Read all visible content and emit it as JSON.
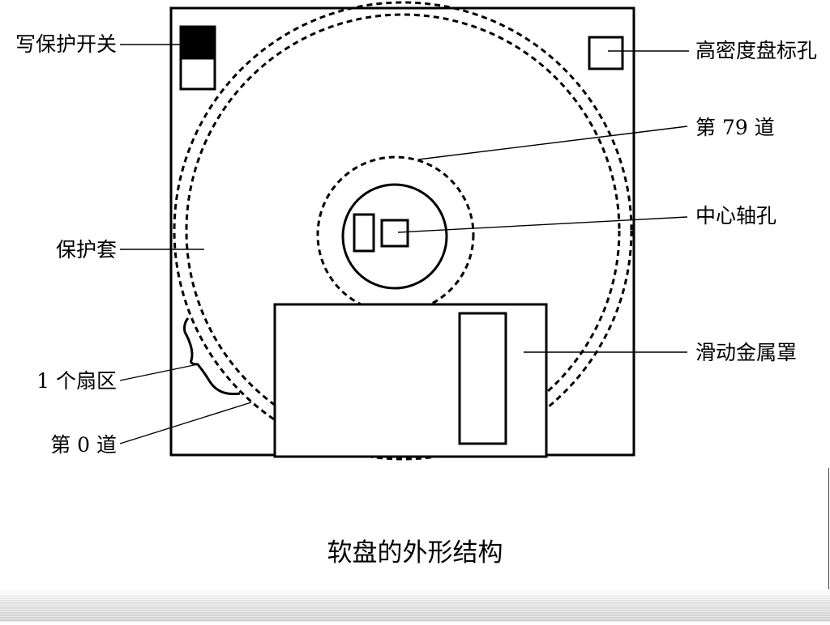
{
  "diagram": {
    "caption": "软盘的外形结构",
    "labels": {
      "write_protect": "写保护开关",
      "high_density_hole": "高密度盘标孔",
      "track_79": "第 79 道",
      "center_hole": "中心轴孔",
      "jacket": "保护套",
      "metal_shutter": "滑动金属罩",
      "sector": "1 个扇区",
      "track_0": "第 0 道"
    },
    "colors": {
      "stroke": "#000000",
      "fill": "#ffffff",
      "switch_fill": "#000000"
    }
  }
}
